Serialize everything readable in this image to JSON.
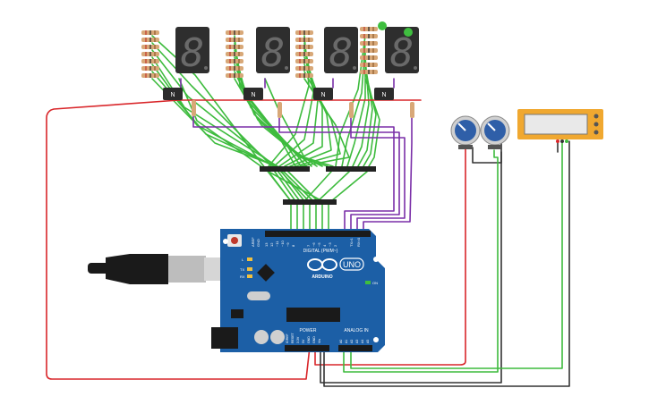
{
  "displays": [
    {
      "digit": "8"
    },
    {
      "digit": "8"
    },
    {
      "digit": "8"
    },
    {
      "digit": "8"
    }
  ],
  "transistors": [
    {
      "label": "N"
    },
    {
      "label": "N"
    },
    {
      "label": "N"
    },
    {
      "label": "N"
    }
  ],
  "arduino": {
    "brand": "ARDUINO",
    "model": "UNO",
    "digital_label": "DIGITAL (PWM~)",
    "power_label": "POWER",
    "analog_label": "ANALOG IN",
    "aref": "AREF",
    "gnd": "GND",
    "tx": "TX",
    "rx": "RX",
    "on": "ON",
    "l": "L",
    "digital_pins": [
      "13",
      "12",
      "~11",
      "~10",
      "~9",
      "8",
      "7",
      "~6",
      "~5",
      "4",
      "~3",
      "2",
      "TX>1",
      "RX<0"
    ],
    "power_pins": [
      "IOREF",
      "RESET",
      "3.3V",
      "5V",
      "GND",
      "GND",
      "Vin"
    ],
    "analog_pins": [
      "A0",
      "A1",
      "A2",
      "A3",
      "A4",
      "A5"
    ]
  },
  "colors": {
    "wire_green": "#3dbb3d",
    "wire_red": "#d9262a",
    "wire_purple": "#7a2fa8",
    "wire_dark": "#333333",
    "board": "#1c5fa6",
    "display_body": "#2e2e2e",
    "lcd_frame": "#f0a830",
    "pot_knob": "#2f5fa8",
    "led_green": "#3fbe3f"
  }
}
